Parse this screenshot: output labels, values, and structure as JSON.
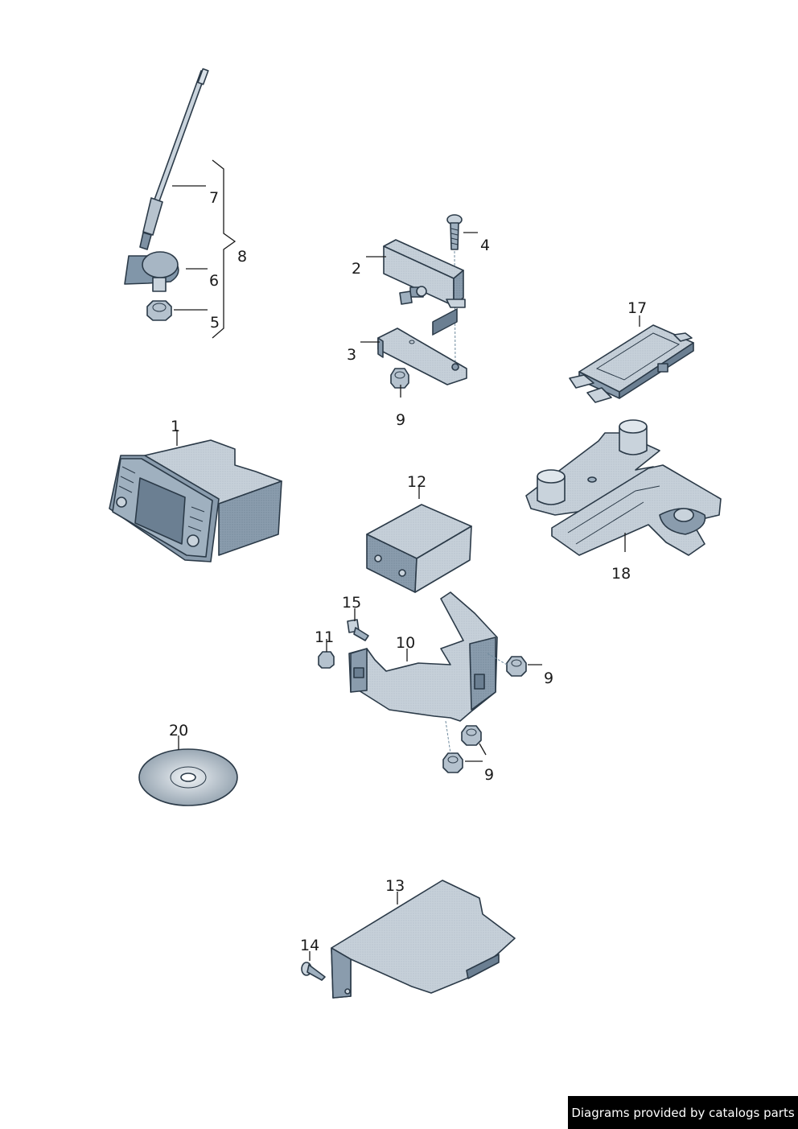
{
  "callouts": {
    "c1": "1",
    "c2": "2",
    "c3": "3",
    "c4": "4",
    "c5": "5",
    "c6": "6",
    "c7": "7",
    "c8": "8",
    "c9a": "9",
    "c9b": "9",
    "c9c": "9",
    "c10": "10",
    "c11": "11",
    "c12": "12",
    "c13": "13",
    "c14": "14",
    "c15": "15",
    "c17": "17",
    "c18": "18",
    "c20": "20"
  },
  "footer": {
    "text": "Diagrams provided by catalogs parts"
  }
}
